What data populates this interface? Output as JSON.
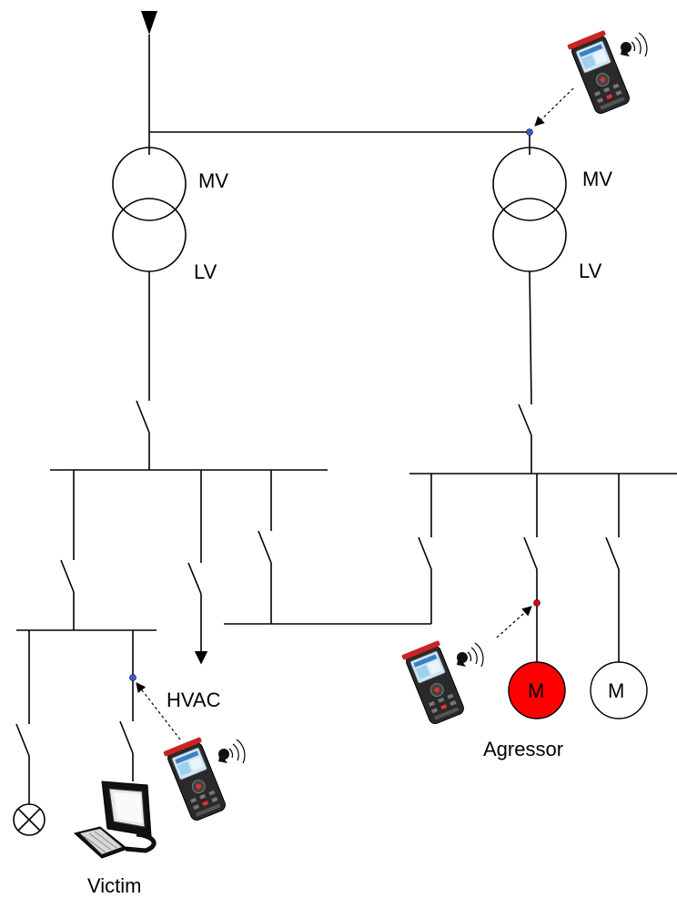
{
  "labels": {
    "left_transformer_primary": "MV",
    "left_transformer_secondary": "LV",
    "right_transformer_primary": "MV",
    "right_transformer_secondary": "LV",
    "hvac": "HVAC",
    "aggressor_caption": "Agressor",
    "victim_caption": "Victim",
    "aggressor_motor": "M",
    "second_motor": "M"
  },
  "colors": {
    "aggressor_motor_fill": "#ff0000",
    "measurement_point_blue": "#3a5bd9",
    "measurement_point_red": "#e00000",
    "wire": "#000000"
  },
  "icons": [
    "supply-arrow-icon",
    "transformer-icon",
    "switch-icon",
    "analyzer-device-icon",
    "wireless-signal-icon",
    "lamp-icon",
    "computer-icon",
    "motor-icon"
  ]
}
